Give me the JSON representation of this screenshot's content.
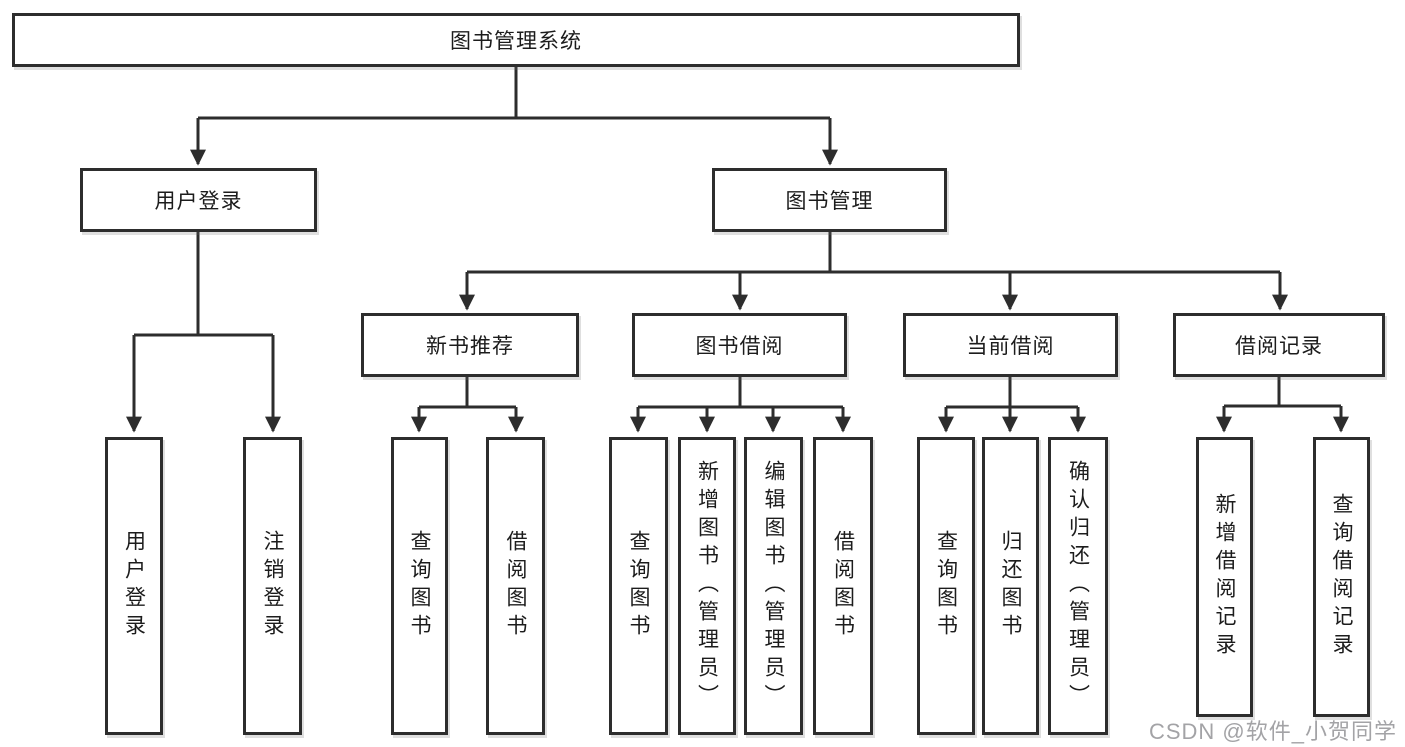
{
  "tree": {
    "root": "图书管理系统",
    "branches": [
      {
        "label": "用户登录",
        "children": [
          "用户登录",
          "注销登录"
        ]
      },
      {
        "label": "图书管理",
        "children": [
          {
            "label": "新书推荐",
            "children": [
              "查询图书",
              "借阅图书"
            ]
          },
          {
            "label": "图书借阅",
            "children": [
              "查询图书",
              "新增图书（管理员）",
              "编辑图书（管理员）",
              "借阅图书"
            ]
          },
          {
            "label": "当前借阅",
            "children": [
              "查询图书",
              "归还图书",
              "确认归还（管理员）"
            ]
          },
          {
            "label": "借阅记录",
            "children": [
              "新增借阅记录",
              "查询借阅记录"
            ]
          }
        ]
      }
    ]
  },
  "colors": {
    "line": "#2d2d2d",
    "text": "#1c1c1c",
    "watermark": "#9b9b9e"
  },
  "watermark": "CSDN @软件_小贺同学"
}
